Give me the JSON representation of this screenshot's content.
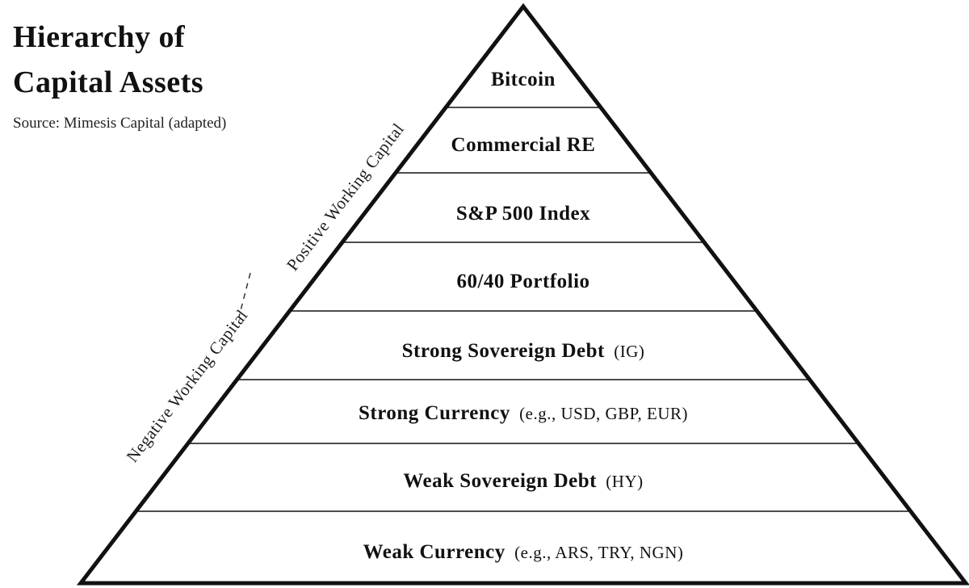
{
  "header": {
    "title_line1": "Hierarchy of",
    "title_line2": "Capital Assets",
    "source": "Source: Mimesis Capital (adapted)"
  },
  "pyramid": {
    "levels": [
      {
        "name": "Bitcoin",
        "detail": ""
      },
      {
        "name": "Commercial RE",
        "detail": ""
      },
      {
        "name": "S&P 500 Index",
        "detail": ""
      },
      {
        "name": "60/40 Portfolio",
        "detail": ""
      },
      {
        "name": "Strong Sovereign Debt",
        "detail": "(IG)"
      },
      {
        "name": "Strong Currency",
        "detail": "(e.g., USD, GBP, EUR)"
      },
      {
        "name": "Weak Sovereign Debt",
        "detail": "(HY)"
      },
      {
        "name": "Weak Currency",
        "detail": "(e.g., ARS, TRY, NGN)"
      }
    ],
    "side_labels": {
      "positive": "Positive Working Capital",
      "negative": "Negative Working Capital"
    }
  },
  "colors": {
    "background": "#ffffff",
    "line": "#111111",
    "text": "#111111"
  }
}
